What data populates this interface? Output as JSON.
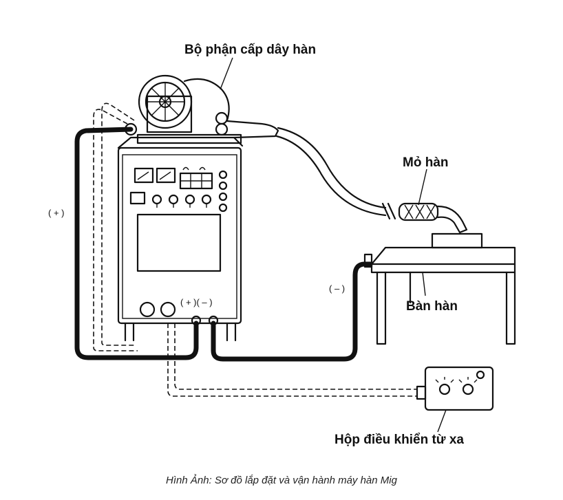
{
  "labels": {
    "wire_feeder": "Bộ phận cấp dây hàn",
    "torch": "Mỏ hàn",
    "table": "Bàn hàn",
    "remote": "Hộp điều khiển từ xa",
    "positive": "( + )",
    "negative": "( – )",
    "terminals": "( + )( – )"
  },
  "caption": "Hình Ảnh: Sơ đồ lắp đặt và vận hành máy hàn Mig"
}
